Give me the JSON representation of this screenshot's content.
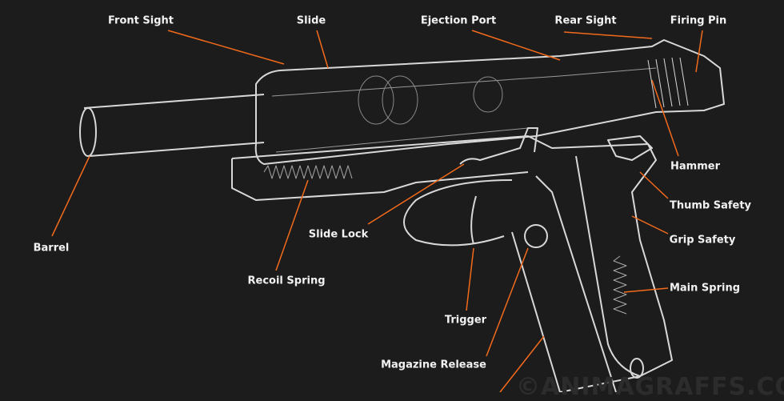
{
  "colors": {
    "background": "#1c1c1c",
    "leader": "#f26a1b",
    "drawing": "#d8d8d8",
    "label": "#f2f2f2"
  },
  "watermark": "©ANIMAGRAFFS.COM",
  "labels": {
    "front_sight": "Front Sight",
    "slide": "Slide",
    "ejection_port": "Ejection Port",
    "rear_sight": "Rear Sight",
    "firing_pin": "Firing Pin",
    "hammer": "Hammer",
    "thumb_safety": "Thumb Safety",
    "grip_safety": "Grip Safety",
    "main_spring": "Main Spring",
    "barrel": "Barrel",
    "recoil_spring": "Recoil Spring",
    "slide_lock": "Slide Lock",
    "trigger": "Trigger",
    "magazine_release": "Magazine Release"
  }
}
